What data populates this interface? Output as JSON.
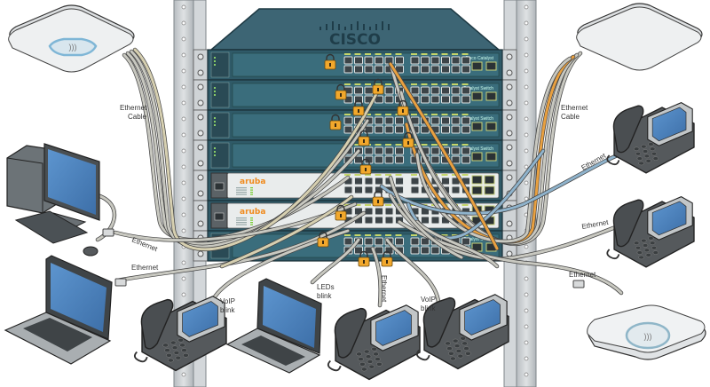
{
  "diagram": {
    "title": "Network rack with Cisco and Aruba switches connected to endpoints",
    "rack": {
      "top_brand": "CISCO",
      "switches": [
        {
          "brand": "cisco",
          "label": "Cisco Catalyst",
          "ports": 24,
          "sfp": 2
        },
        {
          "brand": "cisco",
          "label": "Catalyst Switch",
          "ports": 24,
          "sfp": 2
        },
        {
          "brand": "cisco",
          "label": "Catalyst Switch",
          "ports": 24,
          "sfp": 2
        },
        {
          "brand": "cisco",
          "label": "Catalyst Switch",
          "ports": 24,
          "sfp": 2
        },
        {
          "brand": "aruba",
          "label": "aruba",
          "ports": 24,
          "sfp": 4
        },
        {
          "brand": "aruba",
          "label": "aruba",
          "ports": 24,
          "sfp": 4
        },
        {
          "brand": "cisco",
          "label": "Catalyst Switch",
          "ports": 24,
          "sfp": 2
        }
      ]
    },
    "labels": {
      "ethernet_cable_left": [
        "Ethernet",
        "Cable"
      ],
      "ethernet_cable_right": [
        "Ethernet",
        "Cable"
      ],
      "ethernet_desktop": "Ethernet",
      "ethernet_laptop": "Ethernet",
      "ethernet_phone_right_1": "Ethernet",
      "ethernet_phone_right_2": "Ethernet",
      "ethernet_ap_right": "Ethernet",
      "ethernet_center": "Ethernet",
      "voip_left": [
        "VoIP",
        "blink"
      ],
      "leds_blink": [
        "LEDs",
        "blink"
      ],
      "voip_right": [
        "VoIP",
        "blink"
      ]
    },
    "devices": [
      {
        "type": "wireless-access-point",
        "position": "top-left"
      },
      {
        "type": "wireless-access-point",
        "position": "top-right"
      },
      {
        "type": "desktop-computer",
        "position": "left"
      },
      {
        "type": "laptop",
        "position": "bottom-left"
      },
      {
        "type": "laptop",
        "position": "bottom-center"
      },
      {
        "type": "ip-phone",
        "position": "bottom-left"
      },
      {
        "type": "ip-phone",
        "position": "bottom-center"
      },
      {
        "type": "ip-phone",
        "position": "bottom-right"
      },
      {
        "type": "ip-phone",
        "position": "right-top"
      },
      {
        "type": "ip-phone",
        "position": "right-middle"
      },
      {
        "type": "wireless-access-point",
        "position": "bottom-right"
      }
    ],
    "colors": {
      "switch_body": "#2f5a68",
      "switch_face": "#3a6d7c",
      "aruba_face": "#e9ecec",
      "aruba_orange": "#f08a1c",
      "rack_rail": "#c9cdd0",
      "lock": "#f2a82c",
      "cable_gray": "#c8c8c0",
      "cable_blue": "#8fb3cc",
      "cable_orange": "#e8a040",
      "screen_blue": "#4f86c0"
    }
  }
}
